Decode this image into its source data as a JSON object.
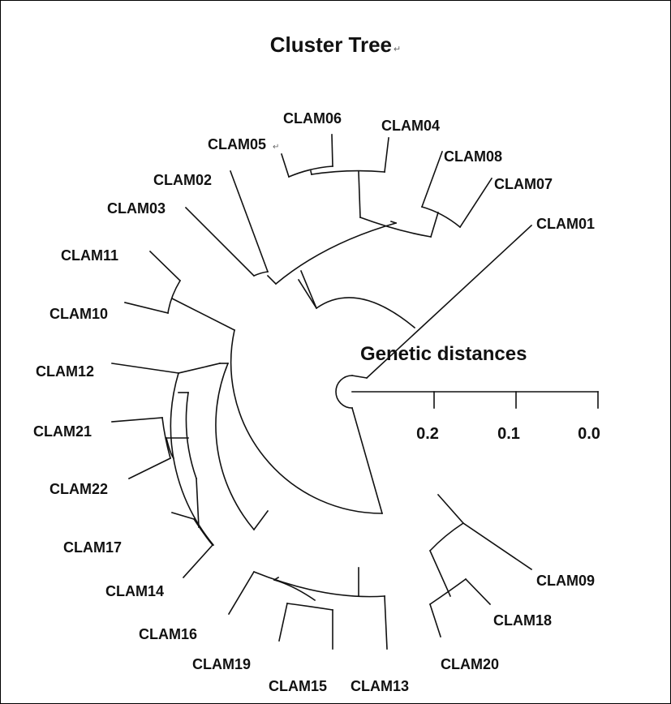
{
  "title": "Cluster Tree",
  "title_mark": "↵",
  "scale": {
    "title": "Genetic distances",
    "ticks": [
      "0.2",
      "0.1",
      "0.0"
    ]
  },
  "labels": {
    "clam01": "CLAM01",
    "clam02": "CLAM02",
    "clam03": "CLAM03",
    "clam04": "CLAM04",
    "clam05": "CLAM05",
    "clam05_mark": "↵",
    "clam06": "CLAM06",
    "clam07": "CLAM07",
    "clam08": "CLAM08",
    "clam09": "CLAM09",
    "clam10": "CLAM10",
    "clam11": "CLAM11",
    "clam12": "CLAM12",
    "clam13": "CLAM13",
    "clam14": "CLAM14",
    "clam15": "CLAM15",
    "clam16": "CLAM16",
    "clam17": "CLAM17",
    "clam18": "CLAM18",
    "clam19": "CLAM19",
    "clam20": "CLAM20",
    "clam21": "CLAM21",
    "clam22": "CLAM22"
  },
  "colors": {
    "line": "#111111",
    "background": "#ffffff"
  }
}
